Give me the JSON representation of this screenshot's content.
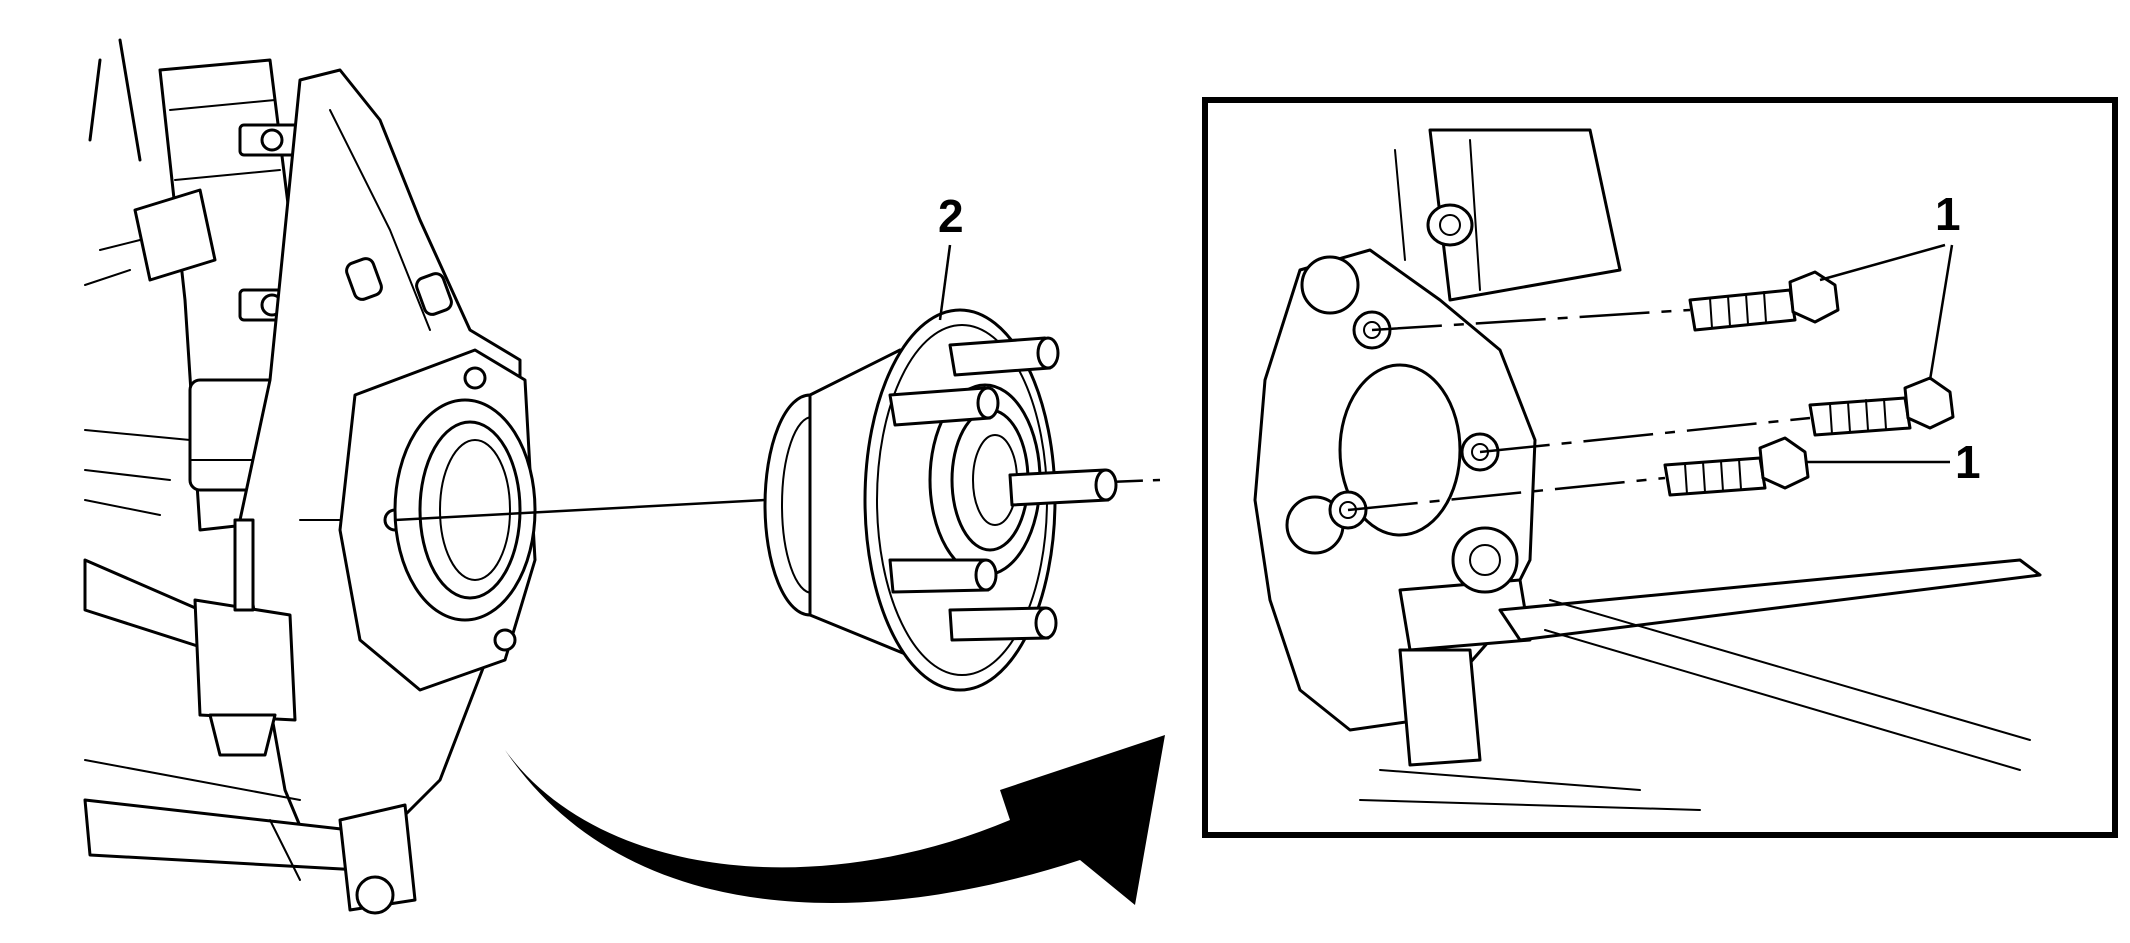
{
  "callouts": {
    "hub_bearing": "2",
    "bolt_top": "1",
    "bolt_lower": "1"
  },
  "colors": {
    "line": "#000000",
    "background": "#ffffff"
  }
}
